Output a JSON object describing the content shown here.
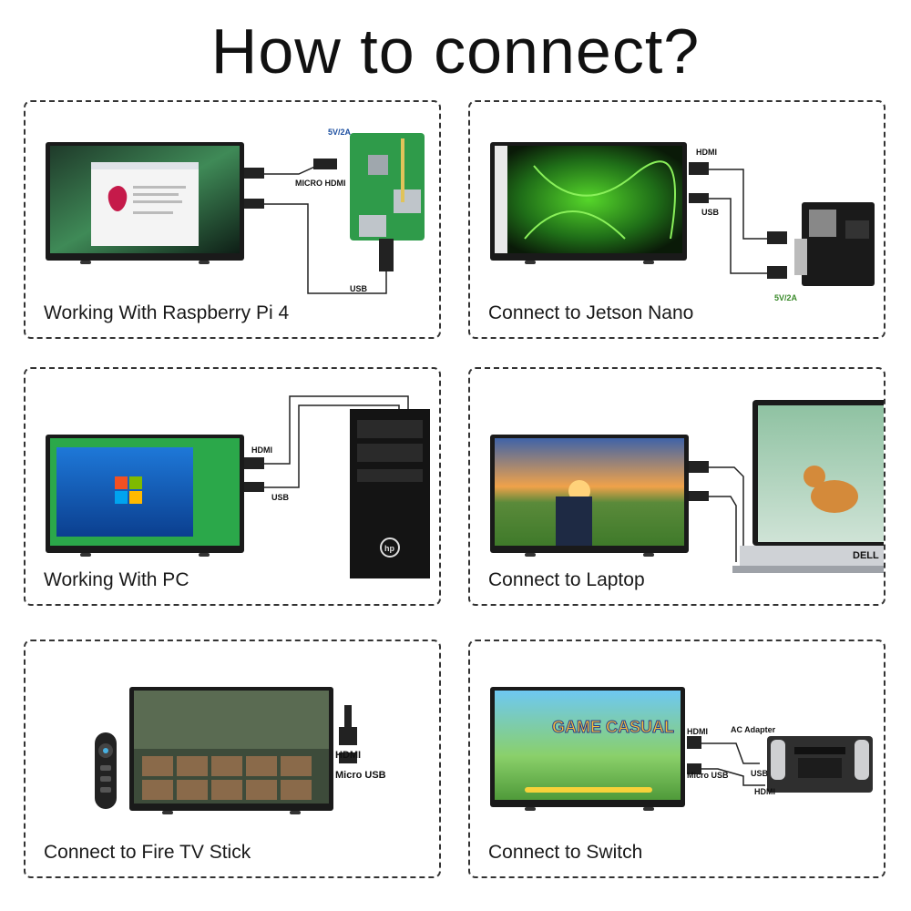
{
  "header": {
    "title": "How to connect?"
  },
  "panels": [
    {
      "caption": "Working With Raspberry Pi 4",
      "labels": {
        "power": "5V/2A",
        "hdmi": "MICRO HDMI",
        "usb": "USB"
      }
    },
    {
      "caption": "Connect to Jetson Nano",
      "labels": {
        "hdmi": "HDMI",
        "usb": "USB",
        "power": "5V/2A"
      }
    },
    {
      "caption": "Working With PC",
      "labels": {
        "hdmi": "HDMI",
        "usb": "USB"
      }
    },
    {
      "caption": "Connect to Laptop",
      "labels": {
        "brand": "DELL"
      }
    },
    {
      "caption": "Connect to Fire TV Stick",
      "labels": {
        "hdmi": "HDMI",
        "usb": "Micro USB"
      }
    },
    {
      "caption": "Connect to Switch",
      "labels": {
        "hdmi": "HDMI",
        "usb": "Micro USB",
        "ac": "AC Adapter",
        "usb2": "USB",
        "hdmi2": "HDMI",
        "game": "GAME CASUAL"
      }
    }
  ],
  "colors": {
    "border": "#333333",
    "bezel": "#1a1a1a",
    "cable": "#222222"
  }
}
